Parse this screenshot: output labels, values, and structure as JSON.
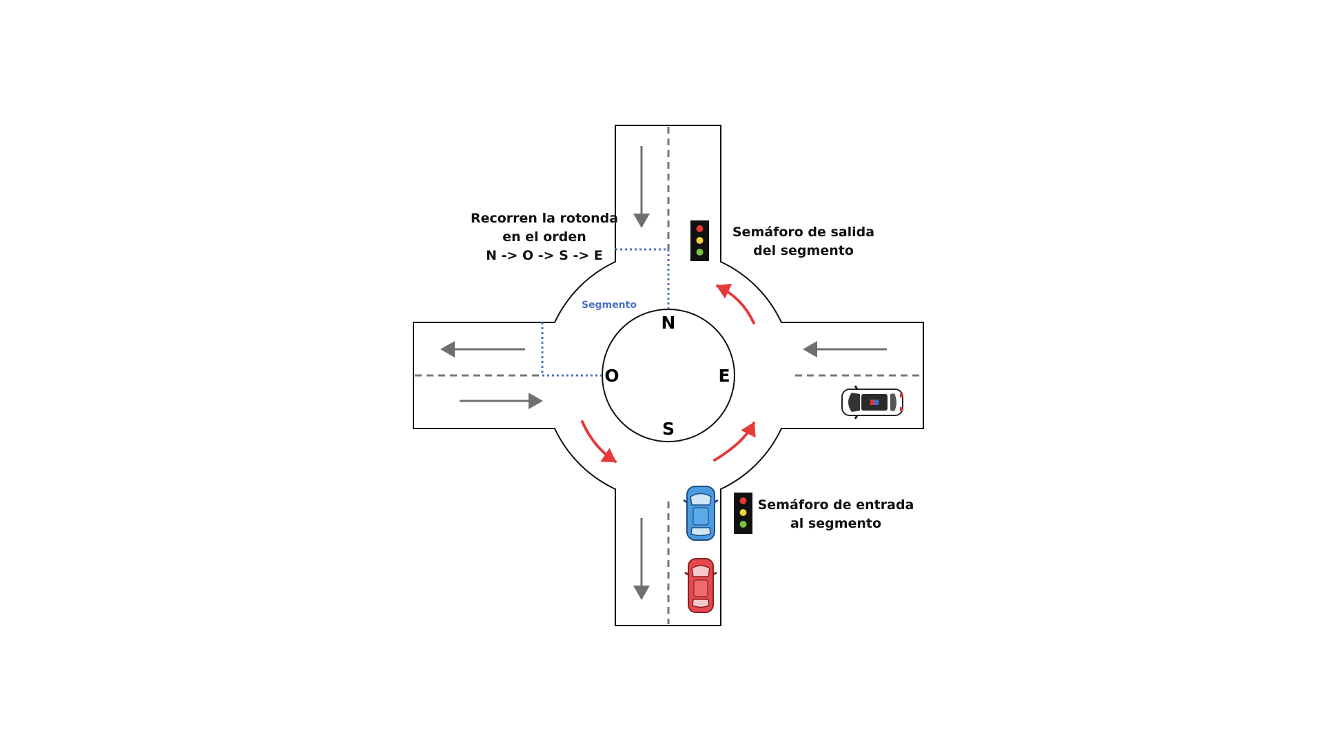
{
  "notes": {
    "order": [
      "Recorren la rotonda",
      "en el orden",
      "N -> O -> S -> E"
    ],
    "exit_light": [
      "Semáforo de salida",
      "del segmento"
    ],
    "entry_light": [
      "Semáforo de entrada",
      "al segmento"
    ]
  },
  "segment_label": "Segmento",
  "cardinals": {
    "north": "N",
    "west": "O",
    "south": "S",
    "east": "E"
  },
  "colors": {
    "road_outline": "#111111",
    "lane_dash": "#777777",
    "lane_arrow": "#6f6f6f",
    "circulation_arrow": "#e53a3a",
    "segment_line": "#4a72c7",
    "light_body": "#111111",
    "light_red": "#e53935",
    "light_yellow": "#f4d03f",
    "light_green": "#7bc143",
    "car_blue": "#4a9be0",
    "car_red": "#e5484d",
    "car_white": "#ffffff"
  },
  "icons": [
    "traffic-light-icon",
    "car-icon",
    "arrow-icon"
  ]
}
